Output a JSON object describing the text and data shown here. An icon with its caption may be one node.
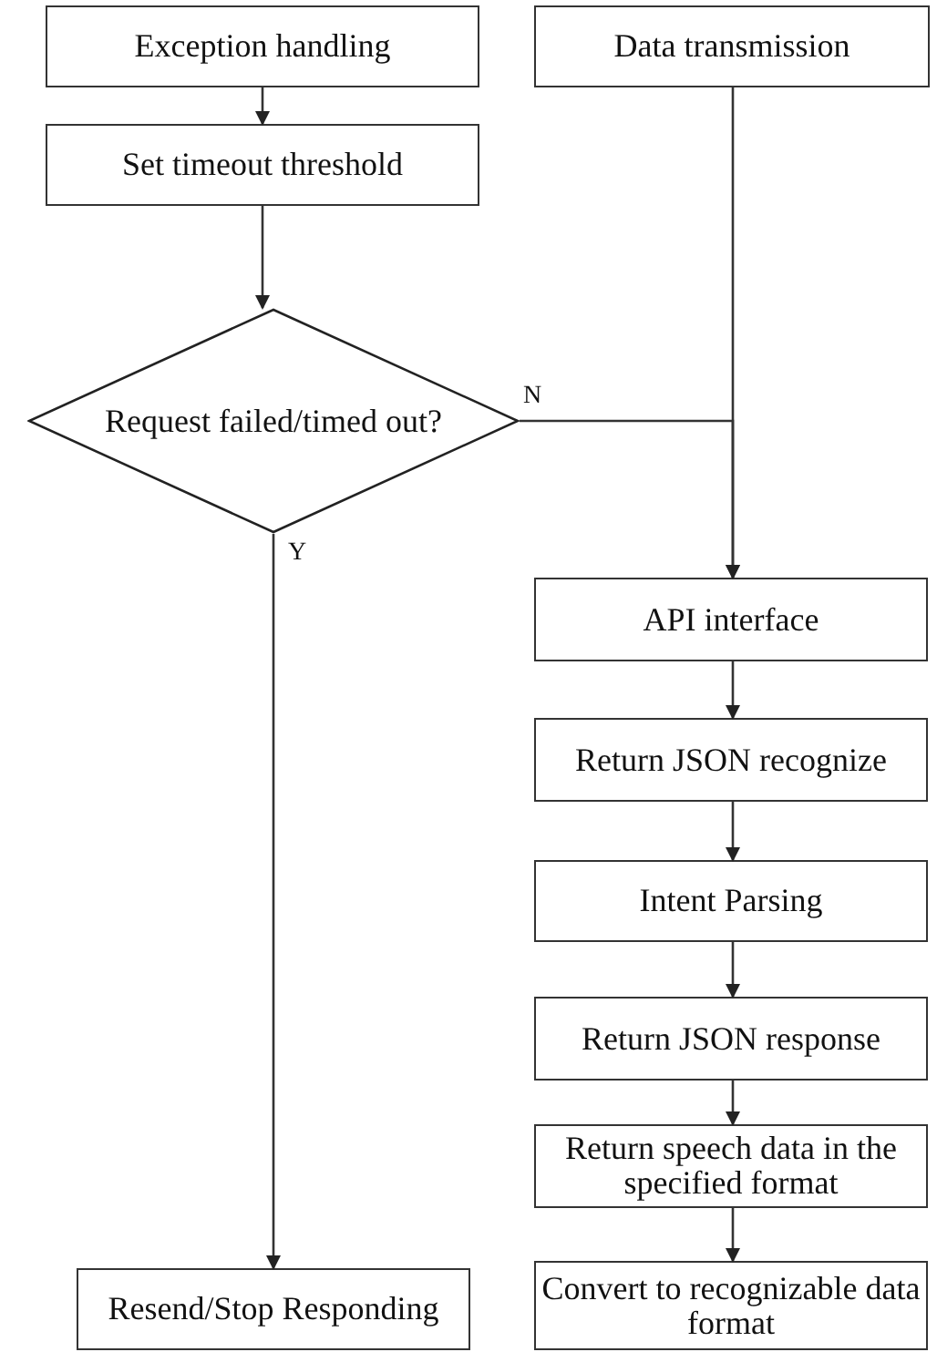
{
  "diagram": {
    "nodes": [
      {
        "text": [
          "Exception handling"
        ]
      },
      {
        "text": [
          "Data transmission"
        ]
      },
      {
        "text": [
          "Set timeout threshold"
        ]
      },
      {
        "text": [
          "Request failed/timed out?"
        ]
      },
      {
        "text": [
          "API interface"
        ]
      },
      {
        "text": [
          "Return JSON recognize"
        ]
      },
      {
        "text": [
          "Intent Parsing"
        ]
      },
      {
        "text": [
          "Return JSON response"
        ]
      },
      {
        "text": [
          "Return speech data in the specified format"
        ]
      },
      {
        "text": [
          "Convert to recognizable data format"
        ]
      },
      {
        "text": [
          "Resend/Stop Responding"
        ]
      }
    ],
    "edges": [
      {
        "from": 0,
        "to": 2,
        "arrow": "to"
      },
      {
        "from": 2,
        "to": 3,
        "arrow": "to"
      },
      {
        "from": 1,
        "to": 4,
        "arrow": "to"
      },
      {
        "from": 3,
        "to": 4,
        "arrow": "to",
        "label": "N"
      },
      {
        "from": 3,
        "to": 10,
        "arrow": "to",
        "label": "Y"
      },
      {
        "from": 4,
        "to": 5,
        "arrow": "to"
      },
      {
        "from": 5,
        "to": 6,
        "arrow": "to"
      },
      {
        "from": 6,
        "to": 7,
        "arrow": "to"
      },
      {
        "from": 7,
        "to": 8,
        "arrow": "to"
      },
      {
        "from": 8,
        "to": 9,
        "arrow": "to"
      }
    ]
  }
}
